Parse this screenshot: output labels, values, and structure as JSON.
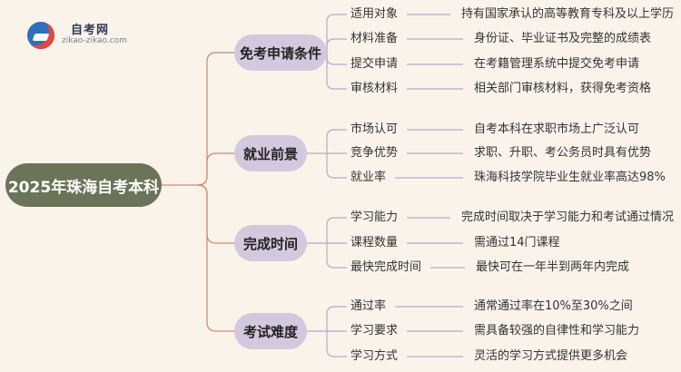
{
  "logo": {
    "name": "自考网",
    "url": "zikao-zikao.com"
  },
  "root": {
    "label": "2025年珠海自考本科"
  },
  "branches": [
    {
      "label": "免考申请条件",
      "items": [
        {
          "label": "适用对象",
          "detail": "持有国家承认的高等教育专科及以上学历"
        },
        {
          "label": "材料准备",
          "detail": "身份证、毕业证书及完整的成绩表"
        },
        {
          "label": "提交申请",
          "detail": "在考籍管理系统中提交免考申请"
        },
        {
          "label": "审核材料",
          "detail": "相关部门审核材料，获得免考资格"
        }
      ]
    },
    {
      "label": "就业前景",
      "items": [
        {
          "label": "市场认可",
          "detail": "自考本科在求职市场上广泛认可"
        },
        {
          "label": "竞争优势",
          "detail": "求职、升职、考公务员时具有优势"
        },
        {
          "label": "就业率",
          "detail": "珠海科技学院毕业生就业率高达98%"
        }
      ]
    },
    {
      "label": "完成时间",
      "items": [
        {
          "label": "学习能力",
          "detail": "完成时间取决于学习能力和考试通过情况"
        },
        {
          "label": "课程数量",
          "detail": "需通过14门课程"
        },
        {
          "label": "最快完成时间",
          "detail": "最快可在一年半到两年内完成"
        }
      ]
    },
    {
      "label": "考试难度",
      "items": [
        {
          "label": "通过率",
          "detail": "通常通过率在10%至30%之间"
        },
        {
          "label": "学习要求",
          "detail": "需具备较强的自律性和学习能力"
        },
        {
          "label": "学习方式",
          "detail": "灵活的学习方式提供更多机会"
        }
      ]
    }
  ]
}
